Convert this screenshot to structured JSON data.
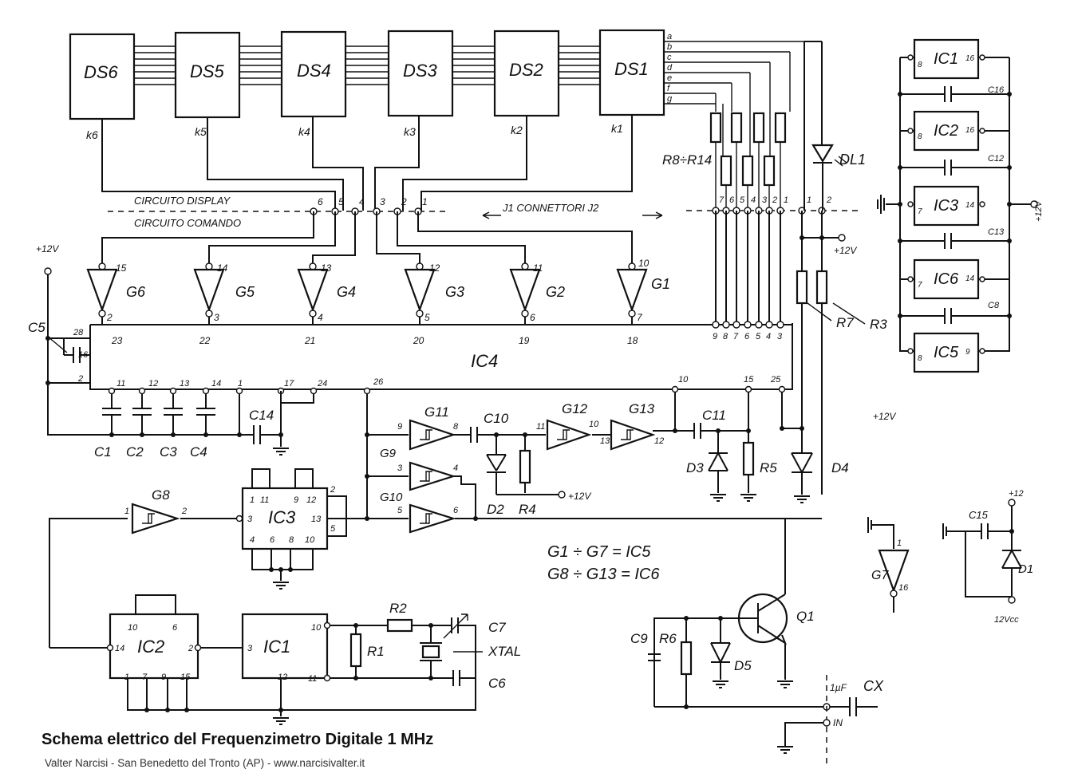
{
  "caption": {
    "title": "Schema elettrico del Frequenzimetro Digitale 1 MHz",
    "author": "Valter Narcisi - San Benedetto del Tronto (AP) - www.narcisivalter.it"
  },
  "displays": [
    {
      "label": "DS6",
      "cathode": "k6"
    },
    {
      "label": "DS5",
      "cathode": "k5"
    },
    {
      "label": "DS4",
      "cathode": "k4"
    },
    {
      "label": "DS3",
      "cathode": "k3"
    },
    {
      "label": "DS2",
      "cathode": "k2"
    },
    {
      "label": "DS1",
      "cathode": "k1"
    }
  ],
  "segments": [
    "a",
    "b",
    "c",
    "d",
    "e",
    "f",
    "g"
  ],
  "sections": {
    "display": "CIRCUITO DISPLAY",
    "command": "CIRCUITO COMANDO",
    "connectors": "J1   CONNETTORI   J2"
  },
  "connector_pins": {
    "left": [
      "6",
      "5",
      "4",
      "3",
      "2",
      "1"
    ],
    "right": [
      "7",
      "6",
      "5",
      "4",
      "3",
      "2",
      "1"
    ],
    "led": [
      "1",
      "2"
    ]
  },
  "drivers": [
    {
      "label": "G6",
      "in_pin": "15",
      "out_pin": "2",
      "ic4_pin": "23"
    },
    {
      "label": "G5",
      "in_pin": "14",
      "out_pin": "3",
      "ic4_pin": "22"
    },
    {
      "label": "G4",
      "in_pin": "13",
      "out_pin": "4",
      "ic4_pin": "21"
    },
    {
      "label": "G3",
      "in_pin": "12",
      "out_pin": "5",
      "ic4_pin": "20"
    },
    {
      "label": "G2",
      "in_pin": "11",
      "out_pin": "6",
      "ic4_pin": "19"
    },
    {
      "label": "G1",
      "in_pin": "10",
      "out_pin": "7",
      "ic4_pin": "18"
    }
  ],
  "ic4": {
    "label": "IC4",
    "seg_pins": [
      "9",
      "8",
      "7",
      "6",
      "5",
      "4",
      "3"
    ],
    "bottom_pins": [
      "11",
      "12",
      "13",
      "14",
      "1",
      "17",
      "24",
      "26",
      "10",
      "15",
      "25"
    ],
    "left_pins": [
      "28",
      "16",
      "2"
    ]
  },
  "resistors": {
    "segment": "R8÷R14",
    "r3": "R3",
    "r7": "R7",
    "r1": "R1",
    "r2": "R2",
    "r4": "R4",
    "r5": "R5",
    "r6": "R6"
  },
  "capacitors": {
    "c1": "C1",
    "c2": "C2",
    "c3": "C3",
    "c4": "C4",
    "c5": "C5",
    "c6": "C6",
    "c7": "C7",
    "c9": "C9",
    "c10": "C10",
    "c11": "C11",
    "c14": "C14",
    "c15": "C15"
  },
  "diodes": {
    "d1": "D1",
    "d2": "D2",
    "d3": "D3",
    "d4": "D4",
    "d5": "D5",
    "led": "DL1"
  },
  "gates": {
    "g7": "G7",
    "g8": "G8",
    "g9": "G9",
    "g10": "G10",
    "g11": "G11",
    "g12": "G12",
    "g13": "G13"
  },
  "gate_pins": {
    "g11": [
      "9",
      "8"
    ],
    "g9": [
      "3",
      "4"
    ],
    "g10": [
      "5",
      "6"
    ],
    "g12": [
      "11",
      "10"
    ],
    "g13": [
      "13",
      "12"
    ],
    "g8": [
      "1",
      "2"
    ],
    "g7": [
      "1",
      "16"
    ]
  },
  "ics": {
    "ic1": {
      "label": "IC1",
      "pins": [
        "3",
        "10",
        "12",
        "11"
      ]
    },
    "ic2": {
      "label": "IC2",
      "pins": [
        "10",
        "6",
        "14",
        "2",
        "1",
        "7",
        "9",
        "15"
      ]
    },
    "ic3": {
      "label": "IC3",
      "top_pins": [
        "1",
        "11",
        "9",
        "12"
      ],
      "right_pins": [
        "2",
        "13",
        "5"
      ],
      "left_pin": "3",
      "bottom_pins": [
        "4",
        "6",
        "8",
        "10"
      ]
    }
  },
  "supply_ics": [
    {
      "label": "IC1",
      "gnd": "8",
      "vcc": "16",
      "cap": "C16"
    },
    {
      "label": "IC2",
      "gnd": "8",
      "vcc": "16",
      "cap": "C12"
    },
    {
      "label": "IC3",
      "gnd": "7",
      "vcc": "14",
      "cap": "C13"
    },
    {
      "label": "IC6",
      "gnd": "7",
      "vcc": "14",
      "cap": "C8"
    },
    {
      "label": "IC5",
      "gnd": "8",
      "vcc": "9"
    }
  ],
  "transistor": "Q1",
  "crystal": "XTAL",
  "input": {
    "cap": "1µF",
    "name": "CX",
    "pin": "IN"
  },
  "power": {
    "plus12": "+12V",
    "plus12_short": "+12",
    "v12": "12V",
    "v12c": "12Vcc"
  },
  "equations": [
    "G1 ÷ G7 = IC5",
    "G8 ÷ G13 = IC6"
  ]
}
